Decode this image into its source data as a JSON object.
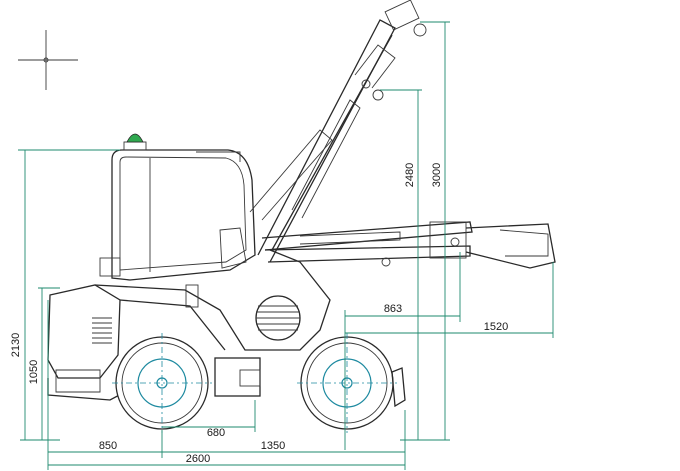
{
  "dimensions": {
    "overall_height": "2130",
    "body_height": "1050",
    "front_overhang": "850",
    "wheelbase_front": "680",
    "wheelbase_rear": "1350",
    "overall_length": "2600",
    "boom_reach_short": "863",
    "boom_reach_long": "1520",
    "boom_height_mid": "2480",
    "boom_height_max": "3000"
  },
  "colors": {
    "line": "#2a2a2a",
    "dimension": "#1e8a6e",
    "center_line": "#1e8aa0",
    "beacon": "#2fa84f"
  }
}
